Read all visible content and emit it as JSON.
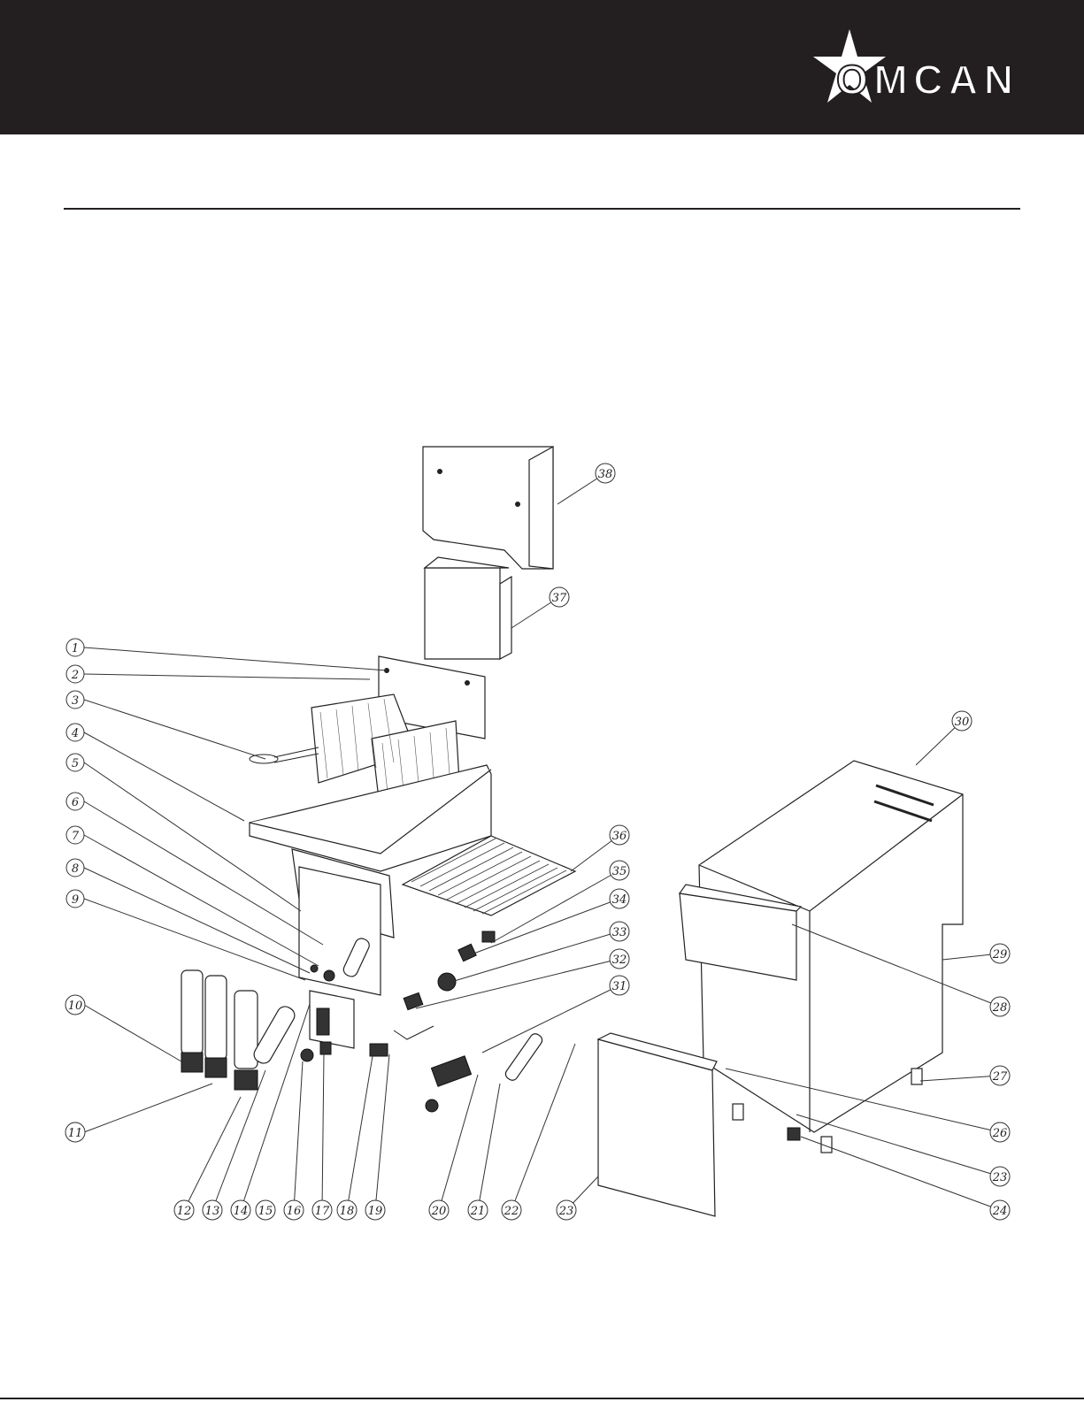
{
  "brand": {
    "name": "OMCAN",
    "colors": {
      "header": "#231f20",
      "text": "#ffffff"
    }
  },
  "diagram": {
    "callouts": [
      {
        "id": "c1",
        "label": "1"
      },
      {
        "id": "c2",
        "label": "2"
      },
      {
        "id": "c3",
        "label": "3"
      },
      {
        "id": "c4",
        "label": "4"
      },
      {
        "id": "c5",
        "label": "5"
      },
      {
        "id": "c6",
        "label": "6"
      },
      {
        "id": "c7",
        "label": "7"
      },
      {
        "id": "c8",
        "label": "8"
      },
      {
        "id": "c9",
        "label": "9"
      },
      {
        "id": "c10",
        "label": "10"
      },
      {
        "id": "c11",
        "label": "11"
      },
      {
        "id": "c12",
        "label": "12"
      },
      {
        "id": "c13",
        "label": "13"
      },
      {
        "id": "c14",
        "label": "14"
      },
      {
        "id": "c15",
        "label": "15"
      },
      {
        "id": "c16",
        "label": "16"
      },
      {
        "id": "c17",
        "label": "17"
      },
      {
        "id": "c18",
        "label": "18"
      },
      {
        "id": "c19",
        "label": "19"
      },
      {
        "id": "c20",
        "label": "20"
      },
      {
        "id": "c21",
        "label": "21"
      },
      {
        "id": "c22",
        "label": "22"
      },
      {
        "id": "c23a",
        "label": "23"
      },
      {
        "id": "c23b",
        "label": "23"
      },
      {
        "id": "c24",
        "label": "24"
      },
      {
        "id": "c26",
        "label": "26"
      },
      {
        "id": "c27",
        "label": "27"
      },
      {
        "id": "c28",
        "label": "28"
      },
      {
        "id": "c29",
        "label": "29"
      },
      {
        "id": "c30",
        "label": "30"
      },
      {
        "id": "c31",
        "label": "31"
      },
      {
        "id": "c32",
        "label": "32"
      },
      {
        "id": "c33",
        "label": "33"
      },
      {
        "id": "c34",
        "label": "34"
      },
      {
        "id": "c35",
        "label": "35"
      },
      {
        "id": "c36",
        "label": "36"
      },
      {
        "id": "c37",
        "label": "37"
      },
      {
        "id": "c38",
        "label": "38"
      }
    ]
  }
}
